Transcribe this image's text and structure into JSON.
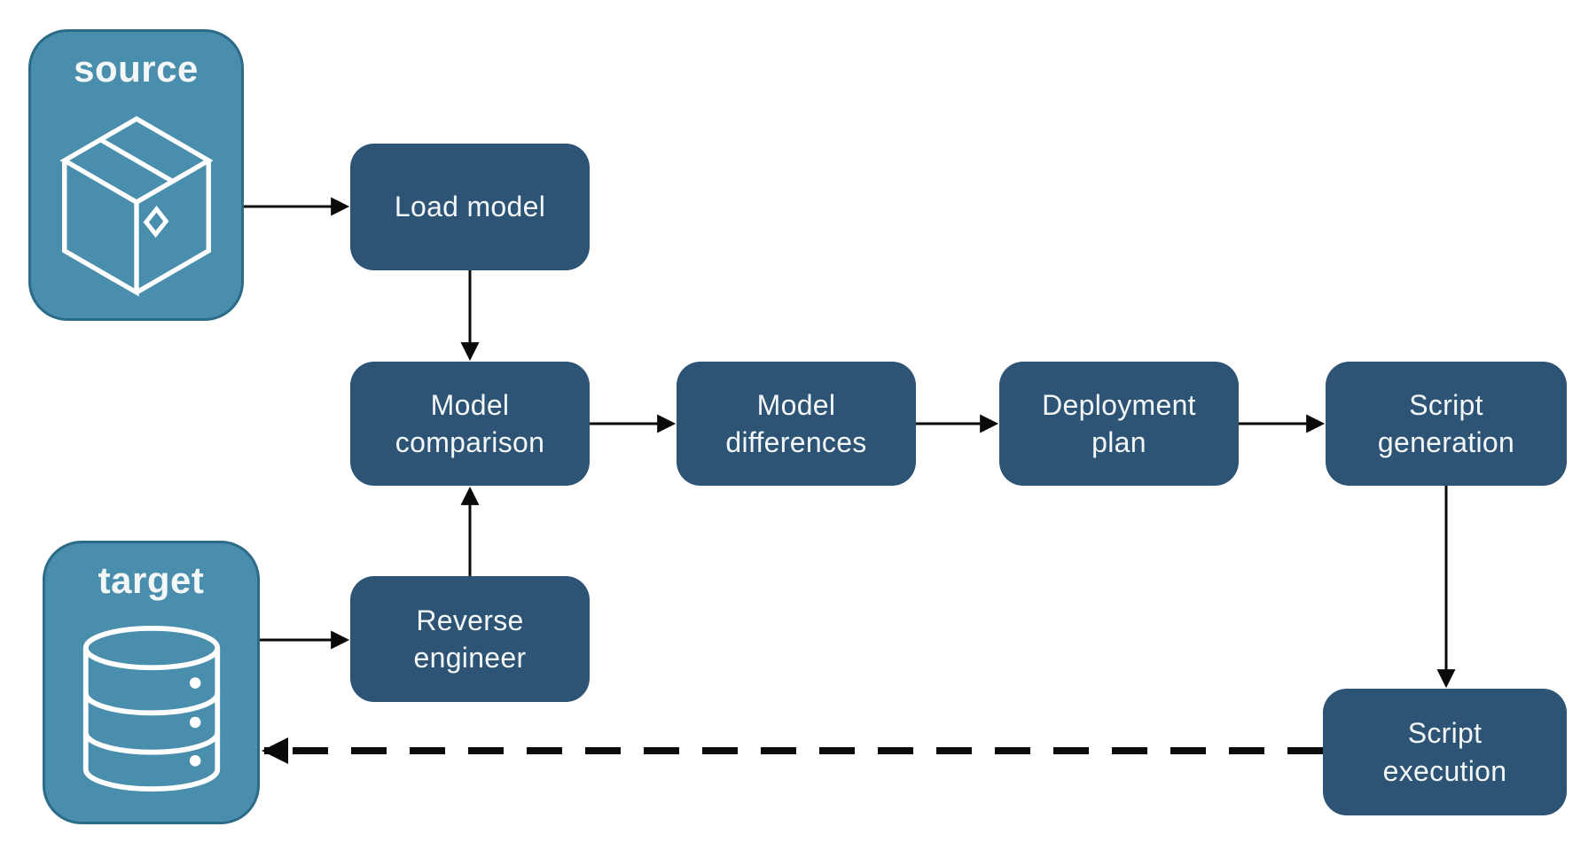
{
  "diagram": {
    "background": "#ffffff",
    "colors": {
      "background": "#ffffff",
      "endpoint_fill": "#4a8ead",
      "endpoint_border": "#2c6b88",
      "step_fill": "#2d5475",
      "text": "#f4f7f8",
      "arrow": "#0a0a0a"
    },
    "endpoints": [
      {
        "id": "source",
        "label": "source",
        "icon": "package-icon"
      },
      {
        "id": "target",
        "label": "target",
        "icon": "database-icon"
      }
    ],
    "steps": [
      {
        "id": "load-model",
        "label": "Load model"
      },
      {
        "id": "model-comparison",
        "label": "Model\ncomparison"
      },
      {
        "id": "model-differences",
        "label": "Model\ndifferences"
      },
      {
        "id": "deployment-plan",
        "label": "Deployment\nplan"
      },
      {
        "id": "script-generation",
        "label": "Script\ngeneration"
      },
      {
        "id": "reverse-engineer",
        "label": "Reverse\nengineer"
      },
      {
        "id": "script-execution",
        "label": "Script\nexecution"
      }
    ],
    "edges": [
      {
        "from": "source",
        "to": "load-model",
        "style": "solid"
      },
      {
        "from": "load-model",
        "to": "model-comparison",
        "style": "solid"
      },
      {
        "from": "model-comparison",
        "to": "model-differences",
        "style": "solid"
      },
      {
        "from": "model-differences",
        "to": "deployment-plan",
        "style": "solid"
      },
      {
        "from": "deployment-plan",
        "to": "script-generation",
        "style": "solid"
      },
      {
        "from": "script-generation",
        "to": "script-execution",
        "style": "solid"
      },
      {
        "from": "target",
        "to": "reverse-engineer",
        "style": "solid"
      },
      {
        "from": "reverse-engineer",
        "to": "model-comparison",
        "style": "solid"
      },
      {
        "from": "script-execution",
        "to": "target",
        "style": "dashed"
      }
    ]
  }
}
